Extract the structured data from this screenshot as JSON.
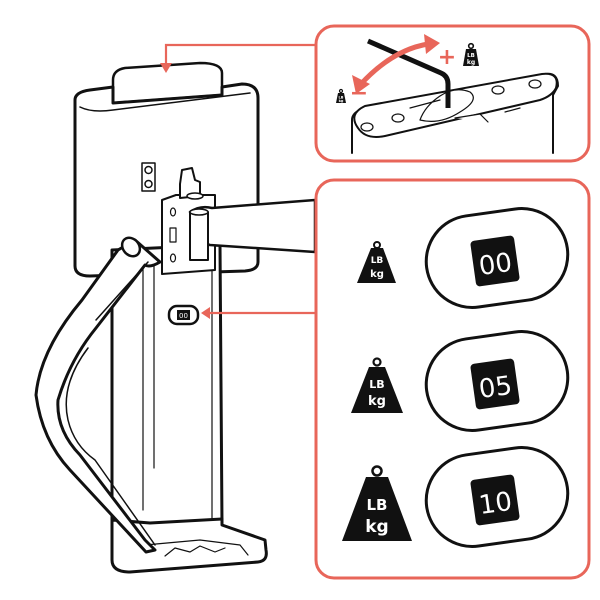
{
  "title": "Monitor arm tension adjustment",
  "colors": {
    "accent": "#e8665a",
    "line": "#111111",
    "panel_border": "#e8665a",
    "background": "#ffffff",
    "display_bg": "#111111"
  },
  "top_panel": {
    "increase_sign": "+",
    "decrease_sign": "−",
    "weight_icon_label_top": "LB",
    "weight_icon_label_bottom": "kg",
    "tool": "hex-key"
  },
  "indicator_on_pole": "00",
  "levels_panel": {
    "levels": [
      {
        "value": "00",
        "weight_top": "LB",
        "weight_bottom": "kg",
        "size": "small"
      },
      {
        "value": "05",
        "weight_top": "LB",
        "weight_bottom": "kg",
        "size": "medium"
      },
      {
        "value": "10",
        "weight_top": "LB",
        "weight_bottom": "kg",
        "size": "large"
      }
    ]
  }
}
